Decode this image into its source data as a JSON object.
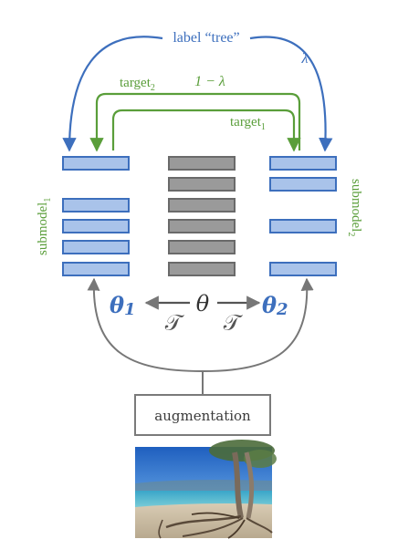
{
  "labels": {
    "label_tree": "label “tree”",
    "lambda": "λ",
    "target2": "target",
    "target2_sub": "2",
    "one_minus_lambda": "1 − λ",
    "target1": "target",
    "target1_sub": "1",
    "submodel1": "submodel",
    "submodel1_sub": "1",
    "submodel2": "submodel",
    "submodel2_sub": "2",
    "theta1": "θ",
    "theta1_sub": "1",
    "theta": "θ",
    "theta2": "θ",
    "theta2_sub": "2",
    "transform_left": "𝒯",
    "transform_right": "𝒯",
    "augmentation": "augmentation"
  },
  "colors": {
    "blue": "#3d6fbd",
    "green": "#5a9e3a",
    "gray": "#8c8c8c",
    "layer_fill_blue": "#a9c3ea",
    "layer_fill_gray": "#9a9a9a"
  },
  "icons": {
    "photo": "beach-tree-photo"
  }
}
